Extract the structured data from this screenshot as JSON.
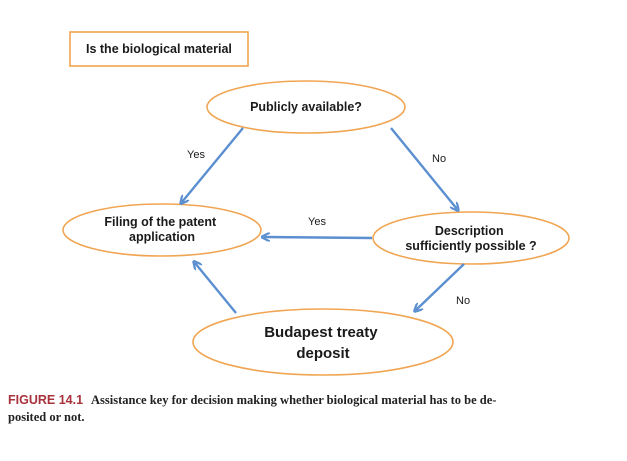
{
  "colors": {
    "node_border": "#f0a552",
    "arrow": "#5b8fd0",
    "caption_label": "#a8323b"
  },
  "header_box": {
    "label": "Is the biological material"
  },
  "nodes": {
    "publicly_available": "Publicly available?",
    "filing": [
      "Filing of the patent",
      "application"
    ],
    "description": [
      "Description",
      "sufficiently possible ?"
    ],
    "budapest": [
      "Budapest treaty",
      "deposit"
    ]
  },
  "edges": {
    "publicly_to_filing": "Yes",
    "publicly_to_description": "No",
    "description_to_filing": "Yes",
    "description_to_budapest": "No"
  },
  "caption": {
    "label": "FIGURE 14.1",
    "text_line1": "Assistance key for decision making whether biological material has to be de-",
    "text_line2": "posited or not."
  }
}
